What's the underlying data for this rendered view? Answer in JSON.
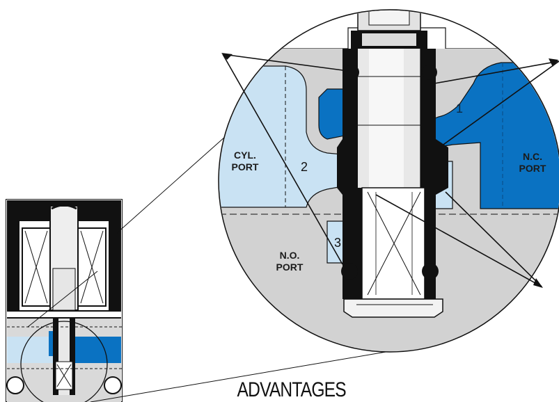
{
  "diagram": {
    "port_labels": {
      "cyl_line1": "CYL.",
      "cyl_line2": "PORT",
      "nc_line1": "N.C.",
      "nc_line2": "PORT",
      "no_line1": "N.O.",
      "no_line2": "PORT"
    },
    "port_numbers": {
      "p1": "1",
      "p2": "2",
      "p3": "3"
    },
    "heading": "ADVANTAGES"
  },
  "colors": {
    "light_blue": "#c9e2f3",
    "dark_blue": "#0a72c2",
    "metal_gray": "#d6d6d6",
    "black": "#111111"
  }
}
